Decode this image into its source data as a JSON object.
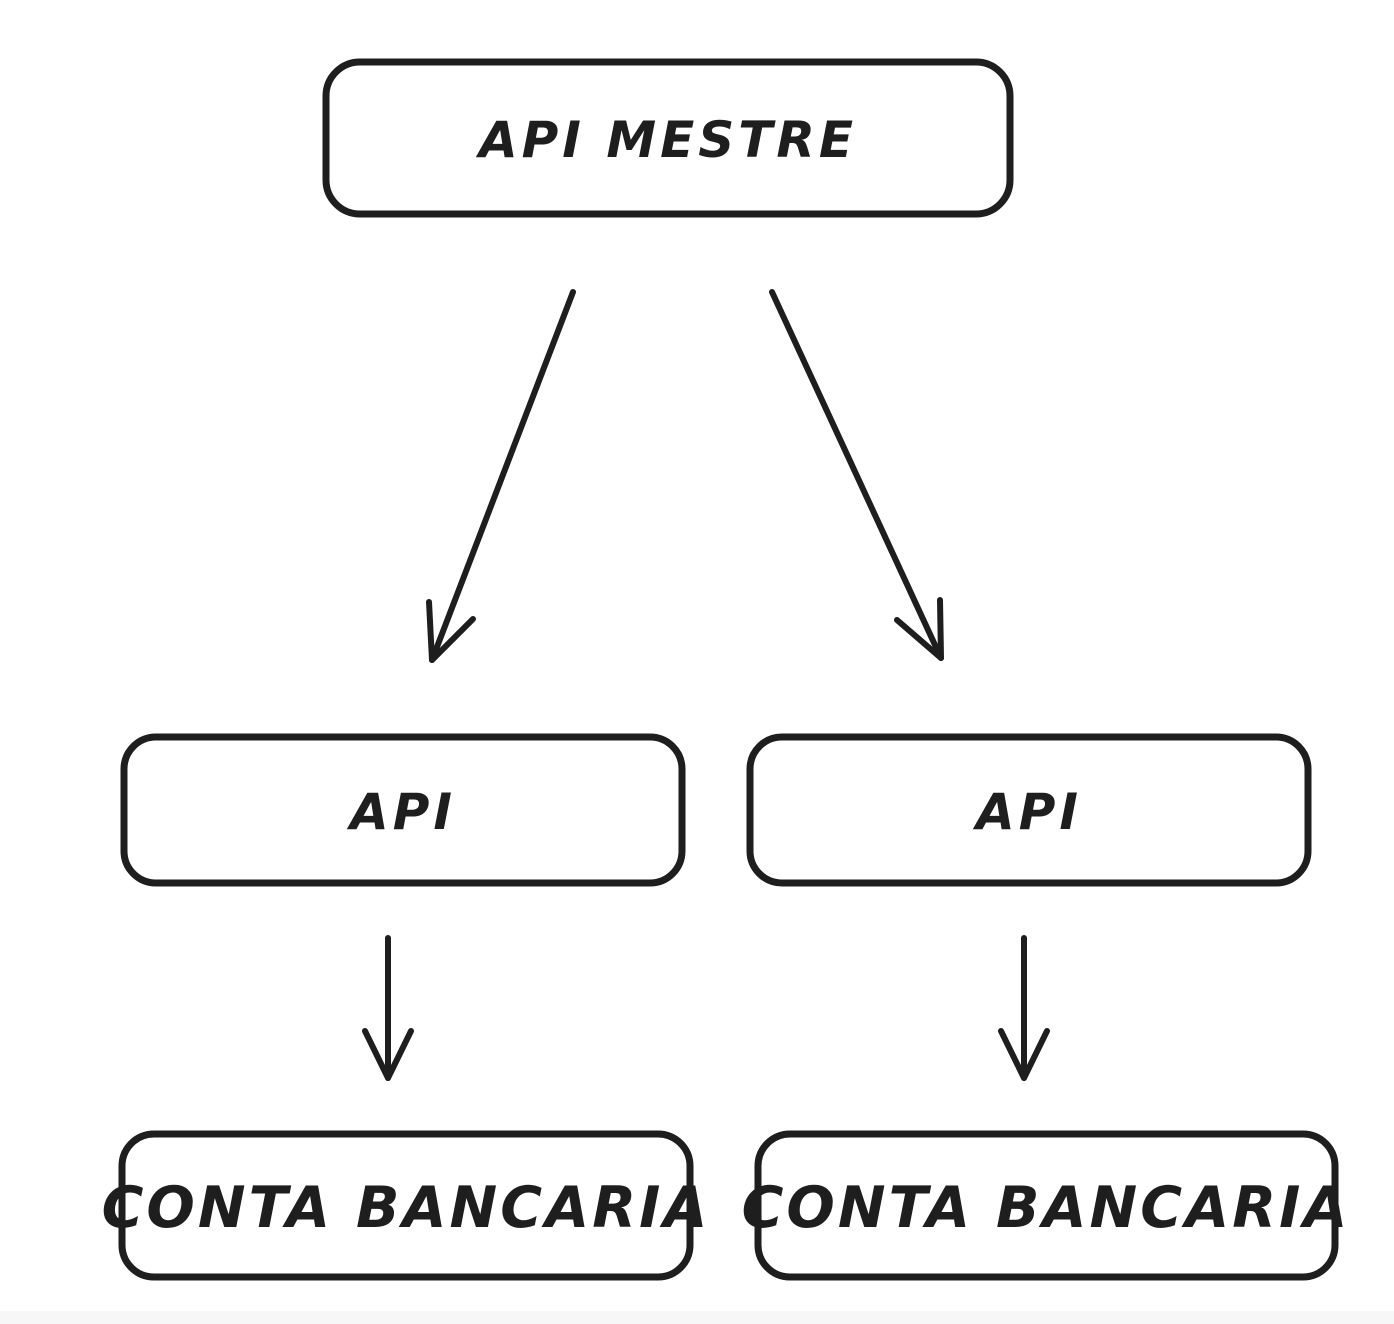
{
  "theme": {
    "stroke_color": "#1e1e1e",
    "canvas_background": "#ffffff",
    "bottom_strip_color": "#f7f7f7"
  },
  "diagram": {
    "style": "hand-drawn-sketch",
    "nodes": [
      {
        "id": "api-mestre",
        "label": "API MESTRE"
      },
      {
        "id": "api-left",
        "label": "API"
      },
      {
        "id": "api-right",
        "label": "API"
      },
      {
        "id": "conta-bancaria-left",
        "label": "CONTA BANCARIA"
      },
      {
        "id": "conta-bancaria-right",
        "label": "CONTA BANCARIA"
      }
    ],
    "edges": [
      {
        "id": "mestre-to-api-left",
        "from": "api-mestre",
        "to": "api-left",
        "type": "arrow"
      },
      {
        "id": "mestre-to-api-right",
        "from": "api-mestre",
        "to": "api-right",
        "type": "arrow"
      },
      {
        "id": "api-left-to-conta-left",
        "from": "api-left",
        "to": "conta-bancaria-left",
        "type": "arrow"
      },
      {
        "id": "api-right-to-conta-right",
        "from": "api-right",
        "to": "conta-bancaria-right",
        "type": "arrow"
      }
    ]
  }
}
